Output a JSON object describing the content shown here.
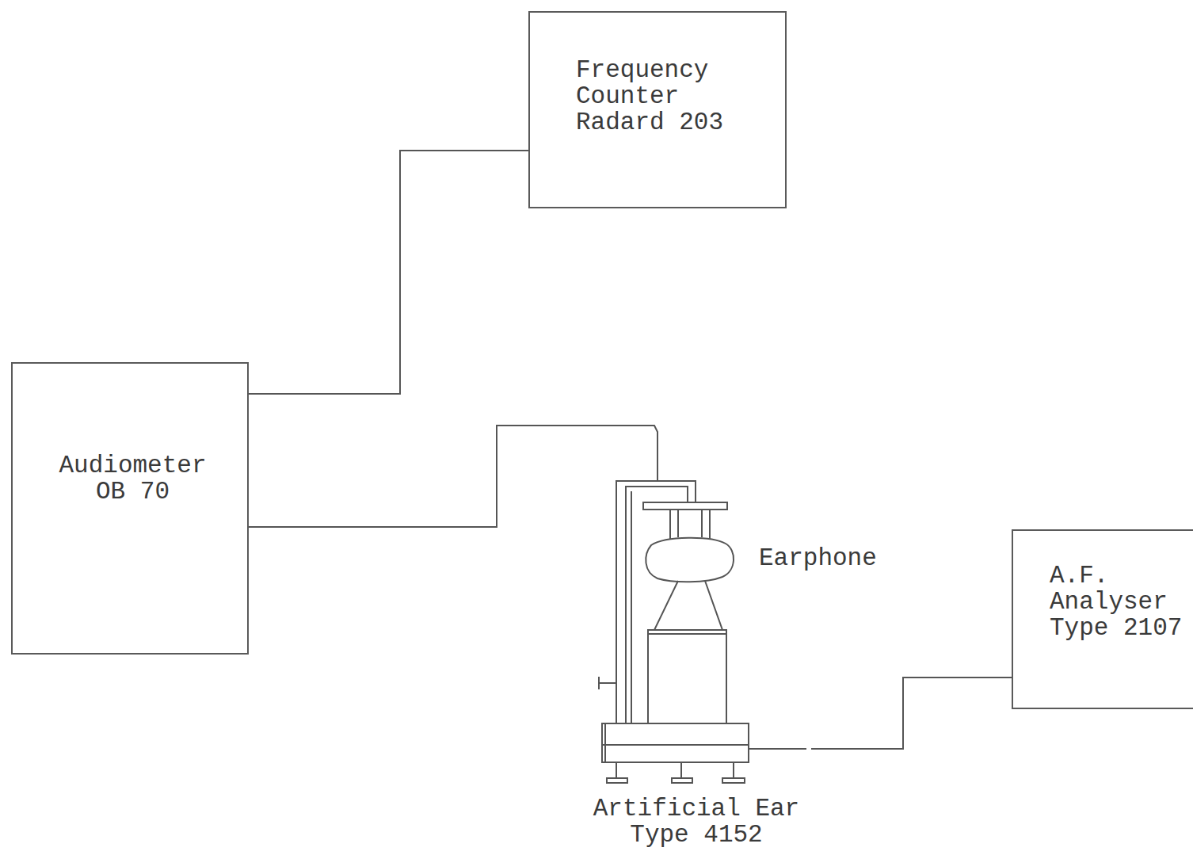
{
  "diagram": {
    "nodes": [
      {
        "text": [
          "Frequency Counter Radard 203"
        ]
      },
      {
        "text": [
          "Audiometer OB 70"
        ]
      },
      {
        "text": [
          "Artificial Ear Type 4152"
        ]
      },
      {
        "text": [
          "A.F. Analyser Type 2107"
        ]
      }
    ],
    "edges": [
      {
        "from": 1,
        "to": 0,
        "arrow": "none"
      },
      {
        "from": 1,
        "to": 2,
        "arrow": "none"
      },
      {
        "from": 2,
        "to": 3,
        "arrow": "none"
      }
    ],
    "labels": [
      "Earphone"
    ]
  }
}
